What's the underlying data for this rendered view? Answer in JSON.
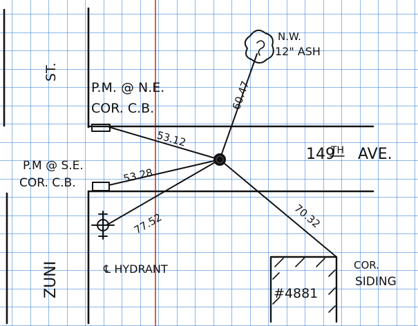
{
  "colors": {
    "paper": "#ffffff",
    "grid": "#1a6fd6",
    "margin_line": "#e0281e",
    "ink": "#111111"
  },
  "labels": {
    "street_st": "ST.",
    "street_zuni": "ZUNI",
    "avenue_number": "149",
    "avenue_suffix": "TH",
    "avenue_word": "AVE.",
    "pm_ne_line1": "P.M. @ N.E.",
    "pm_ne_line2": "COR. C.B.",
    "pm_se_line1": "P.M @ S.E.",
    "pm_se_line2": "COR. C.B.",
    "tree_line1": "N.W.",
    "tree_line2": "12\" ASH",
    "hydrant": "℄ HYDRANT",
    "house_number": "#4881",
    "siding_line1": "COR.",
    "siding_line2": "SIDING"
  },
  "distances": {
    "to_tree": "60.47",
    "to_pm_ne": "53.12",
    "to_pm_se": "53.28",
    "to_hydrant": "77.52",
    "to_siding": "70.32"
  },
  "icons": {
    "tree": "tree-symbol-icon",
    "hydrant": "fire-hydrant-icon",
    "control_point": "control-point-icon"
  }
}
